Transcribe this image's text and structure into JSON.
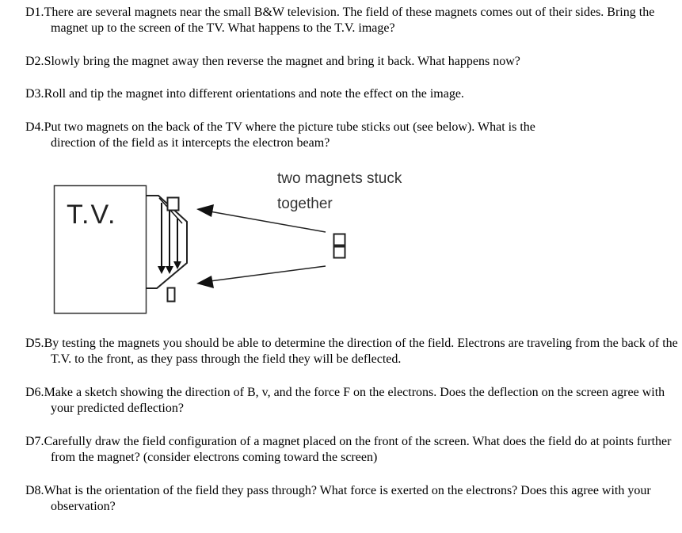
{
  "questions": [
    {
      "num": "D1.",
      "text": "There are several magnets near the small B&W television.  The field of these magnets comes out of their sides.  Bring the magnet up to the screen of the TV.  What happens to the T.V. image?"
    },
    {
      "num": "D2.",
      "text": "Slowly bring the magnet away then reverse the magnet and bring it back.  What happens now?"
    },
    {
      "num": "D3.",
      "text": "Roll and tip the magnet into different orientations and note the effect on the image."
    },
    {
      "num": "D4.",
      "text": "Put two magnets on the back of the TV where the picture tube sticks out (see below).  What is the direction of the field as it intercepts the electron beam?"
    },
    {
      "num": "D5.",
      "text": "By testing the magnets you should be able to determine the direction of the field.  Electrons are traveling from the back of the T.V. to the front, as they pass through the field they will be deflected."
    },
    {
      "num": "D6.",
      "text": "Make a sketch showing the direction of B, v, and the force F on the electrons.  Does the deflection on the screen agree with your predicted deflection?"
    },
    {
      "num": "D7.",
      "text": "Carefully draw the field configuration of a magnet placed on the front of the screen.  What does the field do at points further from the magnet? (consider electrons coming toward the screen)"
    },
    {
      "num": "D8.",
      "text": "What is the orientation of the field they pass through? What force is exerted on the electrons? Does this agree with your observation?"
    }
  ],
  "diagram": {
    "tv_label": "T.V.",
    "caption_line1": "two magnets stuck",
    "caption_line2": "together"
  }
}
